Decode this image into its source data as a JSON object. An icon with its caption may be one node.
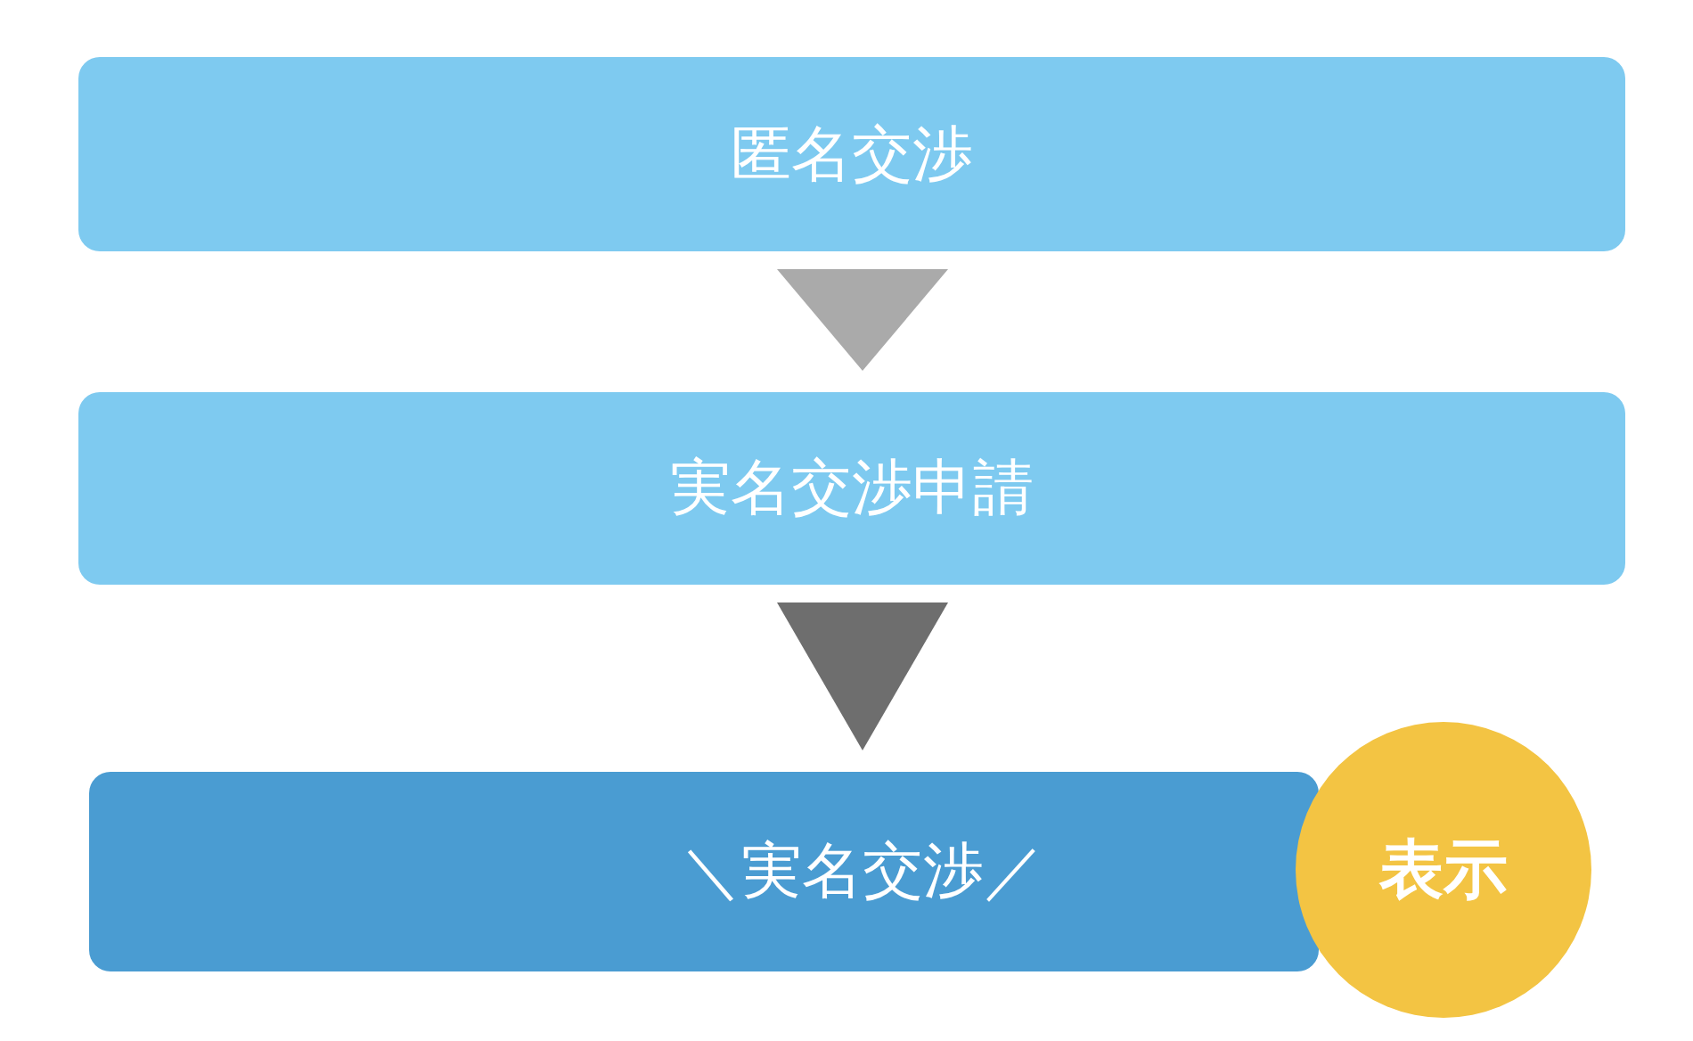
{
  "diagram": {
    "nodes": [
      {
        "text": [
          "匿名交渉"
        ]
      },
      {
        "text": [
          "実名交渉申請"
        ]
      },
      {
        "text": [
          "＼実名交渉／"
        ]
      },
      {
        "text": [
          "表示"
        ]
      }
    ],
    "edges": [
      {
        "from": 0,
        "to": 1,
        "arrow": "to",
        "color": "#aaaaaa"
      },
      {
        "from": 1,
        "to": 2,
        "arrow": "to",
        "color": "#6e6e6e"
      }
    ]
  }
}
